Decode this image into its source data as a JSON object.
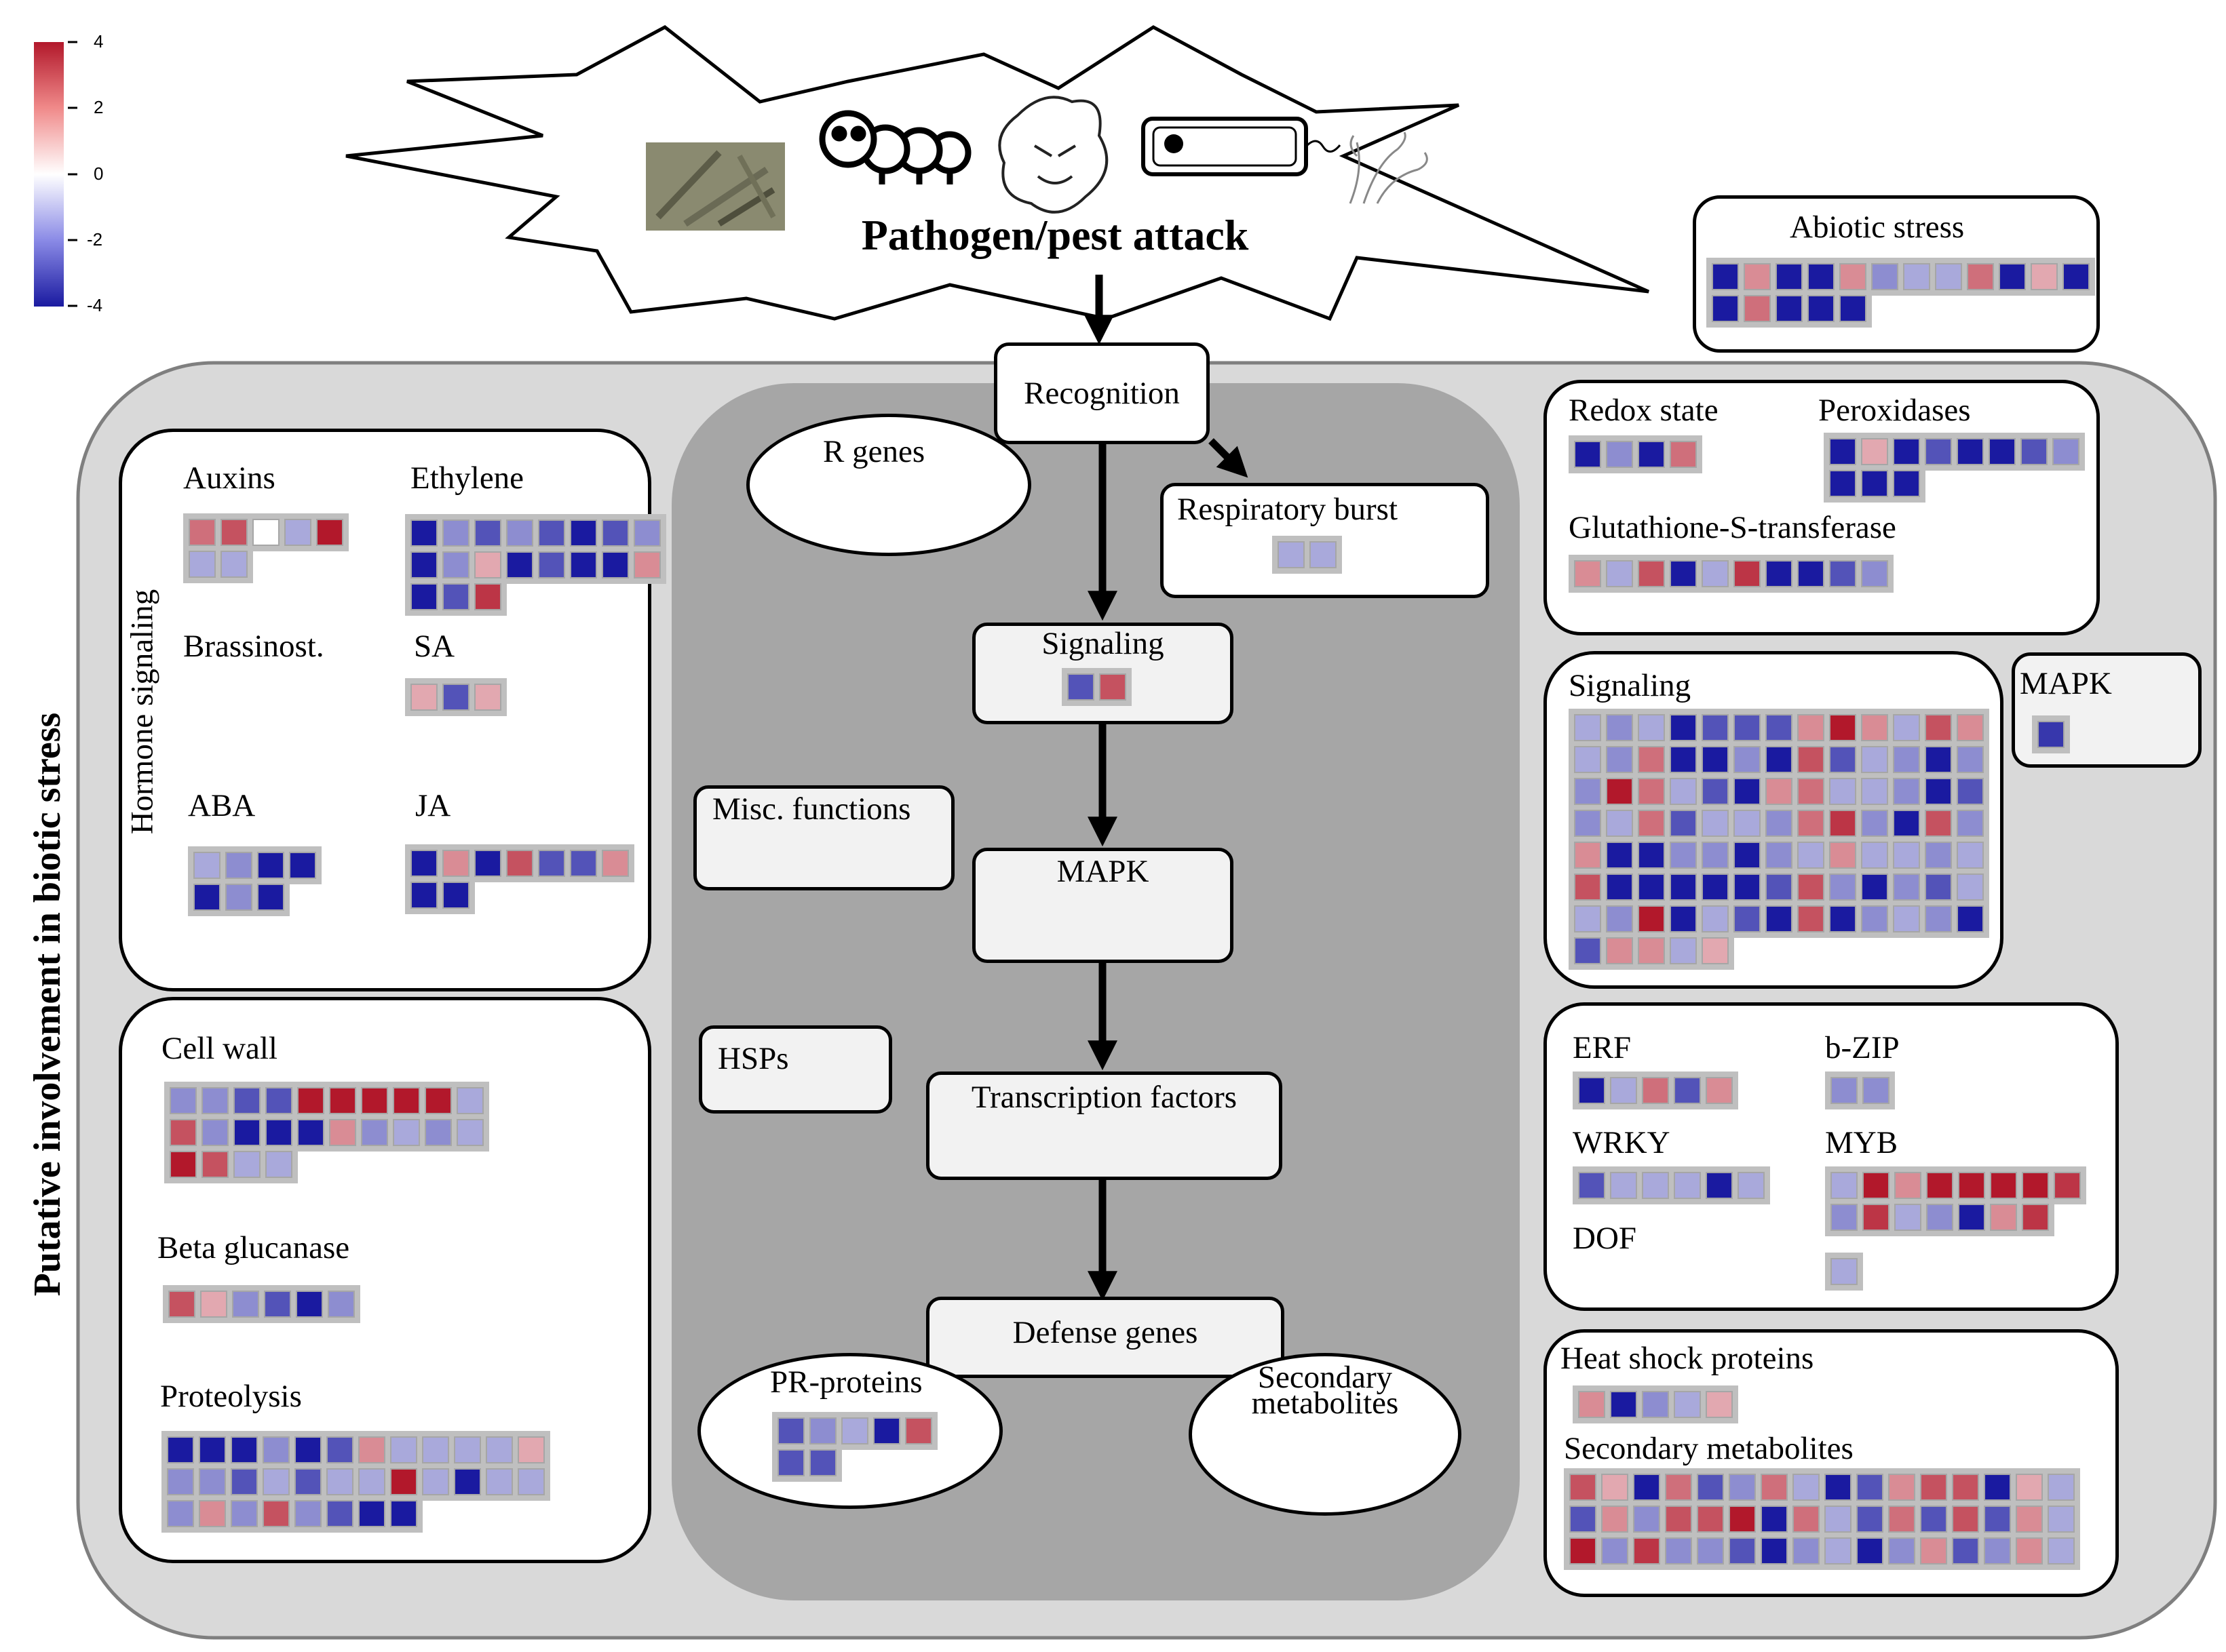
{
  "legend": {
    "ticks": [
      "4",
      "2",
      "0",
      "-2",
      "-4"
    ],
    "color_high": "#b2182b",
    "color_mid": "#ffffff",
    "color_low": "#1a1aa0"
  },
  "stimulus": {
    "title": "Pathogen/pest attack"
  },
  "side_label": "Putative involvement in biotic stress",
  "hormone": {
    "title": "Hormone signaling",
    "auxins": "Auxins",
    "ethylene": "Ethylene",
    "brassinost": "Brassinost.",
    "sa": "SA",
    "aba": "ABA",
    "ja": "JA"
  },
  "cellwall": {
    "cell_wall": "Cell   wall",
    "beta_glucanase": "Beta  glucanase",
    "proteolysis": "Proteolysis"
  },
  "center": {
    "recognition": "Recognition",
    "r_genes": "R genes",
    "respiratory_burst": "Respiratory burst",
    "signaling": "Signaling",
    "misc_functions": "Misc. functions",
    "mapk": "MAPK",
    "hsps": "HSPs",
    "transcription_factors": "Transcription factors",
    "defense_genes": "Defense genes",
    "pr_proteins": "PR-proteins",
    "secondary_1": "Secondary",
    "secondary_2": "metabolites"
  },
  "abiotic": {
    "title": "Abiotic stress"
  },
  "redox": {
    "redox_state": "Redox state",
    "peroxidases": "Peroxidases",
    "gst": "Glutathione-S-transferase"
  },
  "signaling_right": {
    "title": "Signaling"
  },
  "mapk_right": {
    "title": "MAPK"
  },
  "tf": {
    "erf": "ERF",
    "bzip": "b-ZIP",
    "wrky": "WRKY",
    "myb": "MYB",
    "dof": "DOF"
  },
  "hsp_box": {
    "heat_shock": "Heat shock proteins",
    "secondary": "Secondary metabolites"
  },
  "heatmaps": [
    {
      "id": "auxins",
      "values": [
        [
          2.5,
          3,
          0,
          -1.5,
          4
        ],
        [
          -1.5,
          -1.5
        ]
      ]
    },
    {
      "id": "ethylene",
      "values": [
        [
          -4,
          -2,
          -3,
          -2,
          -3,
          -4,
          -3,
          -2
        ],
        [
          -4,
          -2,
          1.5,
          -4,
          -3,
          -4,
          -4,
          2
        ],
        [
          -4,
          -3,
          3.5
        ]
      ]
    },
    {
      "id": "sa",
      "values": [
        [
          1.5,
          -3,
          1.5
        ]
      ]
    },
    {
      "id": "aba",
      "values": [
        [
          -1.5,
          -2,
          -4,
          -4
        ],
        [
          -4,
          -2,
          -4
        ]
      ]
    },
    {
      "id": "ja",
      "values": [
        [
          -4,
          2,
          -4,
          3,
          -3,
          -3,
          2
        ],
        [
          -4,
          -4
        ]
      ]
    },
    {
      "id": "cellwall",
      "values": [
        [
          -2,
          -2,
          -3,
          -3,
          4,
          4,
          4,
          4,
          4,
          -1.5
        ],
        [
          3,
          -2,
          -4,
          -4,
          -4,
          2,
          -2,
          -1.5,
          -2,
          -1.5
        ],
        [
          4,
          3,
          -1.5,
          -1.5
        ]
      ]
    },
    {
      "id": "beta",
      "values": [
        [
          3,
          1.5,
          -2,
          -3,
          -4,
          -2
        ]
      ]
    },
    {
      "id": "proteolysis",
      "values": [
        [
          -4,
          -4,
          -4,
          -2,
          -4,
          -3,
          2,
          -1.5,
          -1.5,
          -1.5,
          -1.5,
          1.5
        ],
        [
          -2,
          -2,
          -3,
          -1.5,
          -3,
          -1.5,
          -1.5,
          4,
          -1.5,
          -4,
          -1.5,
          -1.5
        ],
        [
          -2,
          2,
          -2,
          3,
          -2,
          -3,
          -4,
          -4
        ]
      ]
    },
    {
      "id": "resp",
      "values": [
        [
          -1.5,
          -1.5
        ]
      ]
    },
    {
      "id": "signal_center",
      "values": [
        [
          -3,
          3
        ]
      ]
    },
    {
      "id": "pr",
      "values": [
        [
          -3,
          -2,
          -1.5,
          -4,
          3
        ],
        [
          -3,
          -3
        ]
      ]
    },
    {
      "id": "abiotic",
      "values": [
        [
          -4,
          2,
          -4,
          -4,
          2,
          -2,
          -1.5,
          -1.5,
          2.5,
          -4,
          1.5,
          -4
        ],
        [
          -4,
          2.5,
          -4,
          -4,
          -4
        ]
      ]
    },
    {
      "id": "redox",
      "values": [
        [
          -4,
          -2,
          -4,
          2.5
        ]
      ]
    },
    {
      "id": "peroxidases",
      "values": [
        [
          -4,
          1.5,
          -4,
          -3,
          -4,
          -4,
          -3,
          -2
        ],
        [
          -4,
          -4,
          -4
        ]
      ]
    },
    {
      "id": "gst",
      "values": [
        [
          2,
          -1.5,
          3,
          -4,
          -1.5,
          3.5,
          -4,
          -4,
          -3,
          -2
        ]
      ]
    },
    {
      "id": "signaling_right",
      "values": [
        [
          -1.5,
          -2,
          -1.5,
          -4,
          -3,
          -3,
          -3,
          2,
          4,
          2,
          -1.5,
          3,
          2
        ],
        [
          -1.5,
          -2,
          2.5,
          -4,
          -4,
          -2,
          -4,
          3,
          -3,
          -1.5,
          -2,
          -4,
          -2
        ],
        [
          -2,
          4,
          2.5,
          -1.5,
          -3,
          -4,
          2,
          2.5,
          -1.5,
          -1.5,
          -2,
          -4,
          -3
        ],
        [
          -2,
          -1.5,
          2.5,
          -3,
          -1.5,
          -1.5,
          -2,
          2.5,
          3.5,
          -2,
          -4,
          3,
          -2
        ],
        [
          2,
          -4,
          -4,
          -2,
          -2,
          -4,
          -2,
          -1.5,
          2,
          -1.5,
          -1.5,
          -2,
          -1.5
        ],
        [
          3,
          -4,
          -4,
          -4,
          -4,
          -4,
          -3,
          3,
          -2,
          -4,
          -2,
          -3,
          -1.5
        ],
        [
          -1.5,
          -2,
          4,
          -4,
          -1.5,
          -3,
          -4,
          3,
          -4,
          -2,
          -1.5,
          -2,
          -4
        ],
        [
          -3,
          2,
          2,
          -1.5,
          1.5
        ]
      ]
    },
    {
      "id": "mapk_right",
      "values": [
        [
          -3.5
        ]
      ]
    },
    {
      "id": "erf",
      "values": [
        [
          -4,
          -1.5,
          2.5,
          -3,
          2
        ]
      ]
    },
    {
      "id": "bzip",
      "values": [
        [
          -2,
          -2
        ]
      ]
    },
    {
      "id": "wrky",
      "values": [
        [
          -3,
          -1.5,
          -1.5,
          -1.5,
          -4,
          -1.5
        ]
      ]
    },
    {
      "id": "myb",
      "values": [
        [
          -1.5,
          4,
          2,
          4,
          4,
          4,
          4,
          3.5
        ],
        [
          -2,
          3.5,
          -1.5,
          -2,
          -4,
          2,
          3.5
        ]
      ]
    },
    {
      "id": "dof",
      "values": [
        [
          -1.5
        ]
      ]
    },
    {
      "id": "hsp",
      "values": [
        [
          2,
          -4,
          -2,
          -1.5,
          1.5
        ]
      ]
    },
    {
      "id": "secondary",
      "values": [
        [
          3,
          1.5,
          -4,
          2.5,
          -3,
          -2,
          2.5,
          -1.5,
          -4,
          -3,
          2,
          3,
          3,
          -4,
          1.5,
          -1.5
        ],
        [
          -3,
          2,
          -2,
          3,
          3,
          4,
          -4,
          2.5,
          -1.5,
          -3,
          2.5,
          -3,
          3,
          -3,
          2,
          -1.5
        ],
        [
          4,
          -2,
          3.5,
          -2,
          -2,
          -3,
          -4,
          -2,
          -1.5,
          -4,
          -2,
          2,
          -3,
          -2,
          2,
          -1.5
        ]
      ]
    }
  ]
}
